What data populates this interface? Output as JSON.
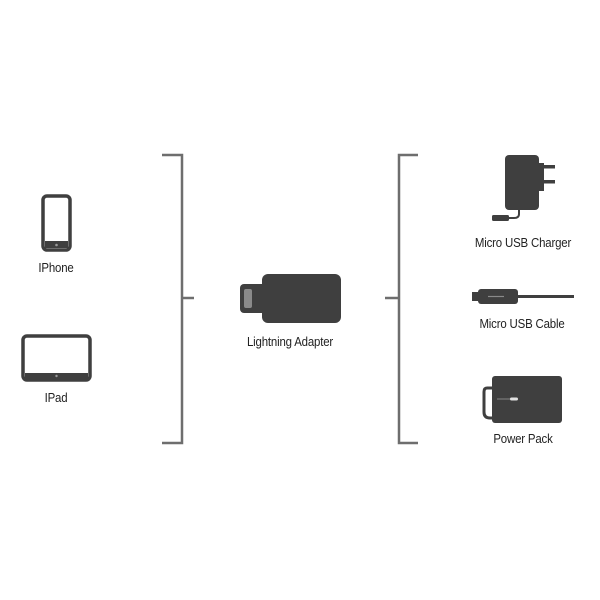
{
  "diagram": {
    "colors": {
      "icon": "#3f3f3f",
      "bracket": "#6e6e6e",
      "text": "#222222",
      "background": "#ffffff"
    },
    "sources": [
      {
        "label": "IPhone",
        "icon": "iphone-icon"
      },
      {
        "label": "IPad",
        "icon": "ipad-icon"
      }
    ],
    "center": {
      "label": "Lightning Adapter",
      "icon": "lightning-adapter-icon"
    },
    "targets": [
      {
        "label": "Micro USB Charger",
        "icon": "micro-usb-charger-icon"
      },
      {
        "label": "Micro USB Cable",
        "icon": "micro-usb-cable-icon"
      },
      {
        "label": "Power Pack",
        "icon": "power-pack-icon"
      }
    ]
  }
}
